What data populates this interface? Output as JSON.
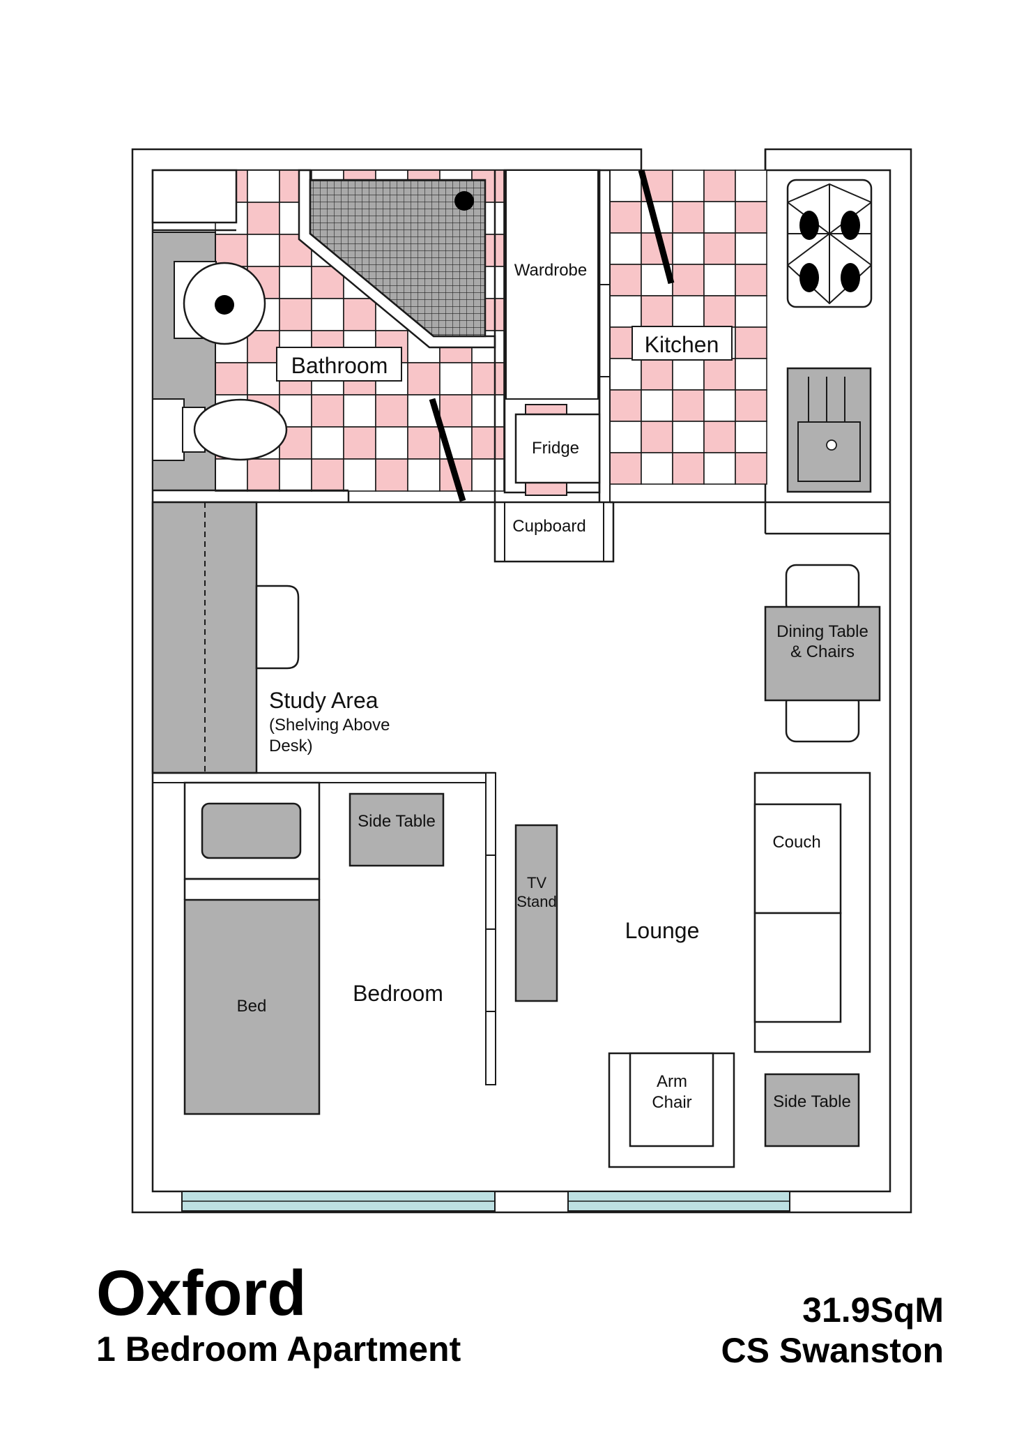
{
  "colors": {
    "tile_pink": "#f8c5c8",
    "furniture_gray": "#b0b0b0",
    "window_blue": "#bde0e2",
    "line": "#1a1a1a"
  },
  "rooms": {
    "bathroom": "Bathroom",
    "kitchen": "Kitchen",
    "study_title": "Study Area",
    "study_note_1": "(Shelving Above",
    "study_note_2": "Desk)",
    "bedroom": "Bedroom",
    "lounge": "Lounge"
  },
  "fixtures": {
    "wardrobe": "Wardrobe",
    "fridge": "Fridge",
    "cupboard": "Cupboard",
    "dining_1": "Dining Table",
    "dining_2": "& Chairs",
    "side_table_bedroom": "Side Table",
    "side_table_lounge": "Side Table",
    "tv_1": "TV",
    "tv_2": "Stand",
    "couch": "Couch",
    "armchair_1": "Arm",
    "armchair_2": "Chair",
    "bed": "Bed"
  },
  "footer": {
    "name": "Oxford",
    "type": "1 Bedroom Apartment",
    "area": "31.9SqM",
    "building": "CS Swanston"
  }
}
